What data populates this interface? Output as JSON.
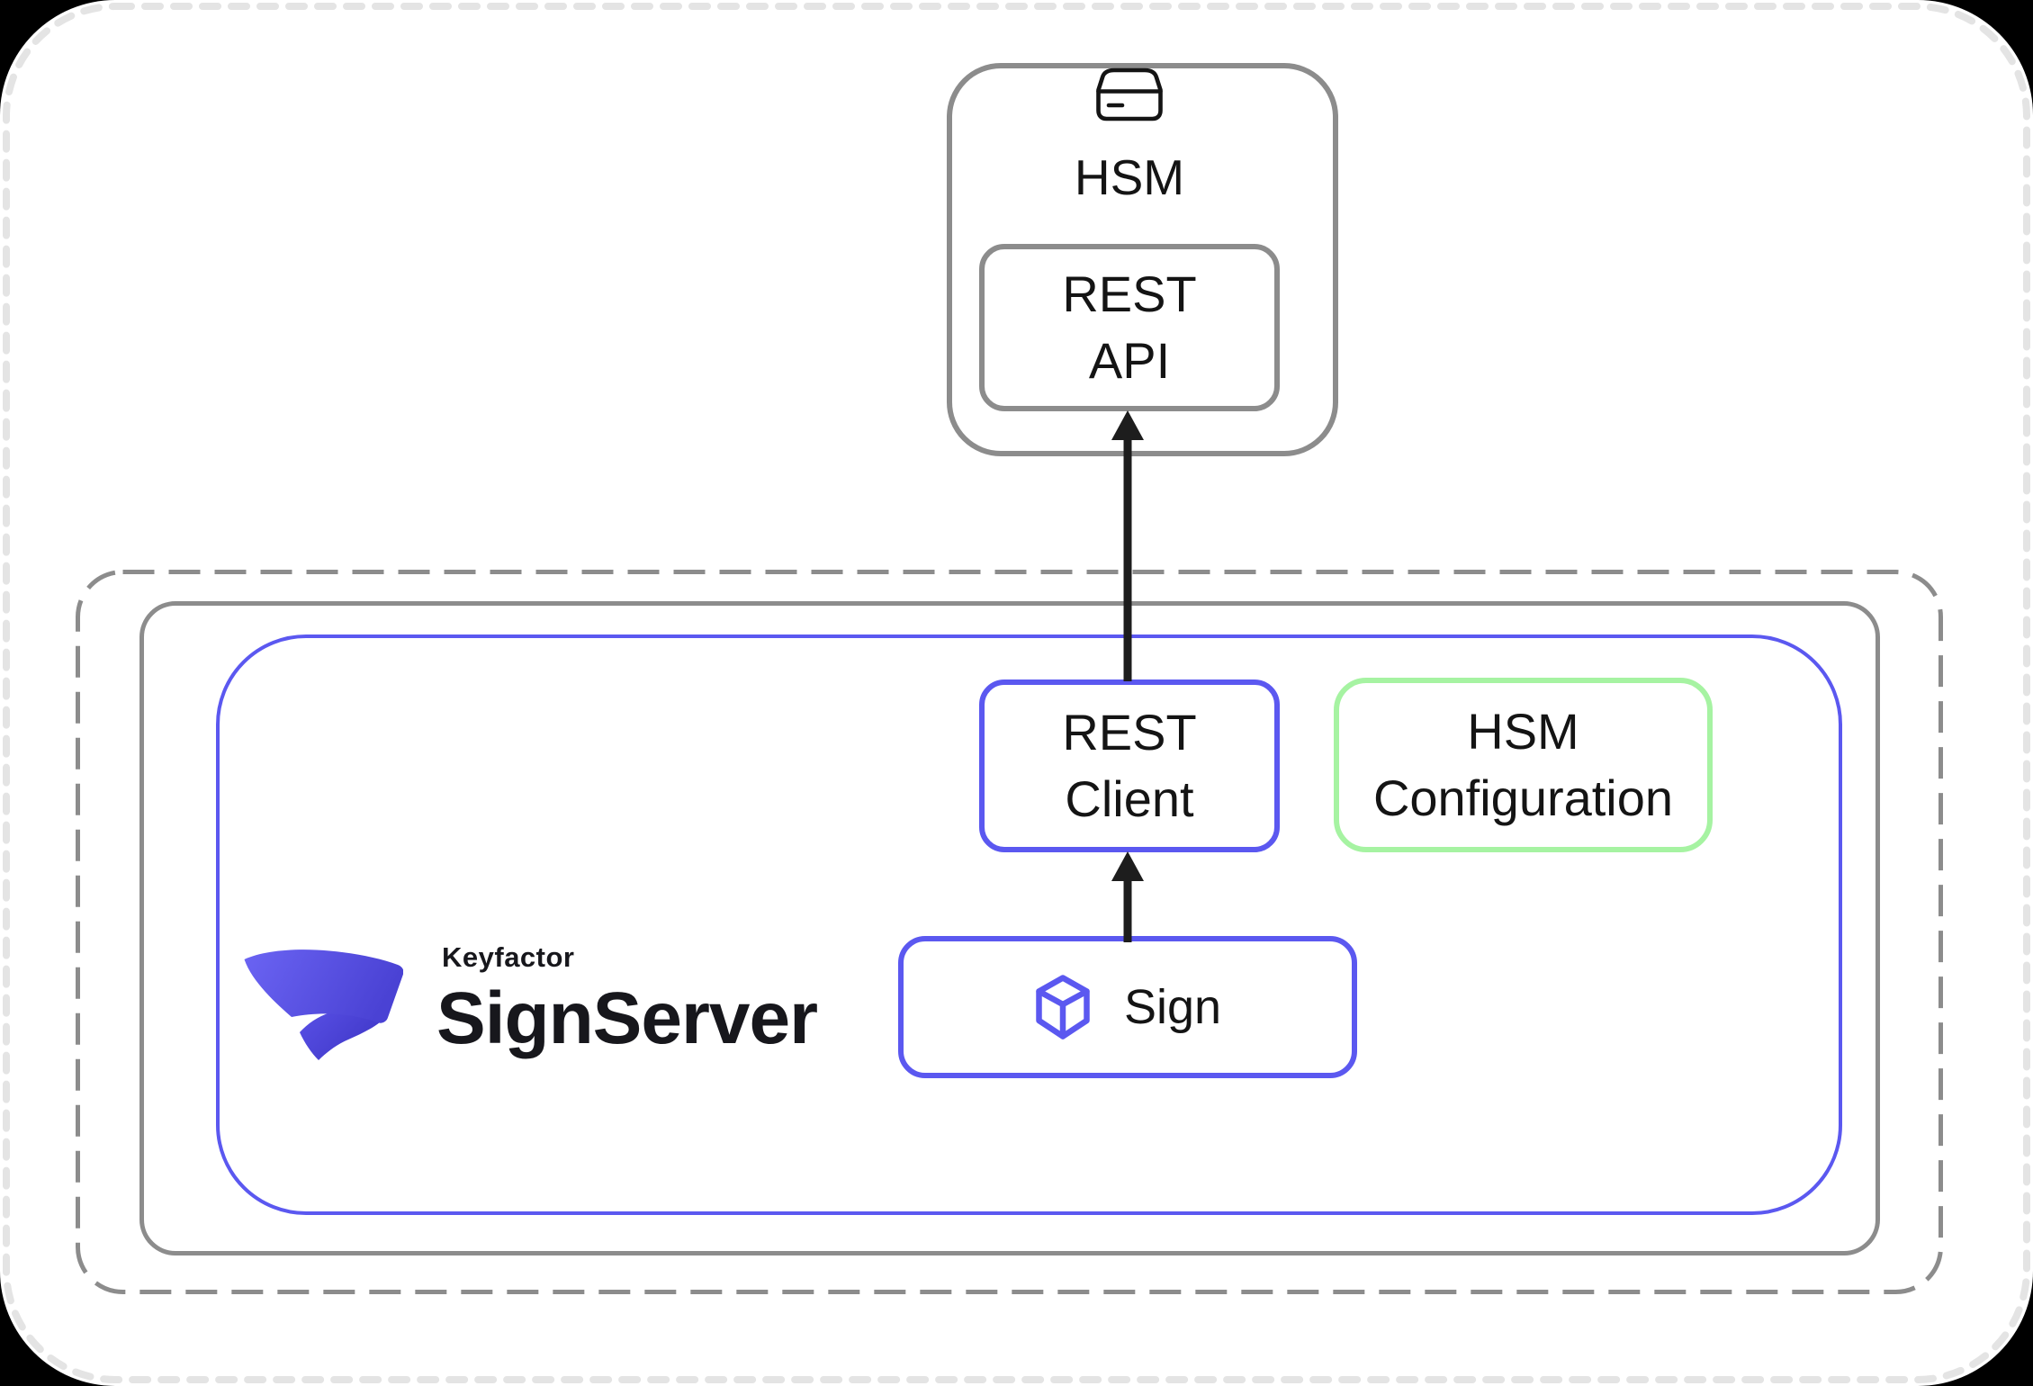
{
  "colors": {
    "accent_blue": "#5b58f0",
    "mint_green": "#a6f3a2",
    "frame_gray": "#8c8c8c",
    "ink": "#141414",
    "arrow_black": "#1d1d1d",
    "canvas_dash": "#e4e4e4",
    "logo_grad_start": "#6b64f3",
    "logo_grad_end": "#4a42d4",
    "logo_tail_start": "#5950e6",
    "logo_tail_end": "#4038c8"
  },
  "hsm": {
    "title": "HSM",
    "rest_api_label": [
      "REST",
      "API"
    ]
  },
  "signserver": {
    "brand": "Keyfactor",
    "product": "SignServer",
    "rest_client_label": [
      "REST",
      "Client"
    ],
    "hsm_configuration_label": [
      "HSM",
      "Configuration"
    ],
    "sign_label": "Sign"
  }
}
